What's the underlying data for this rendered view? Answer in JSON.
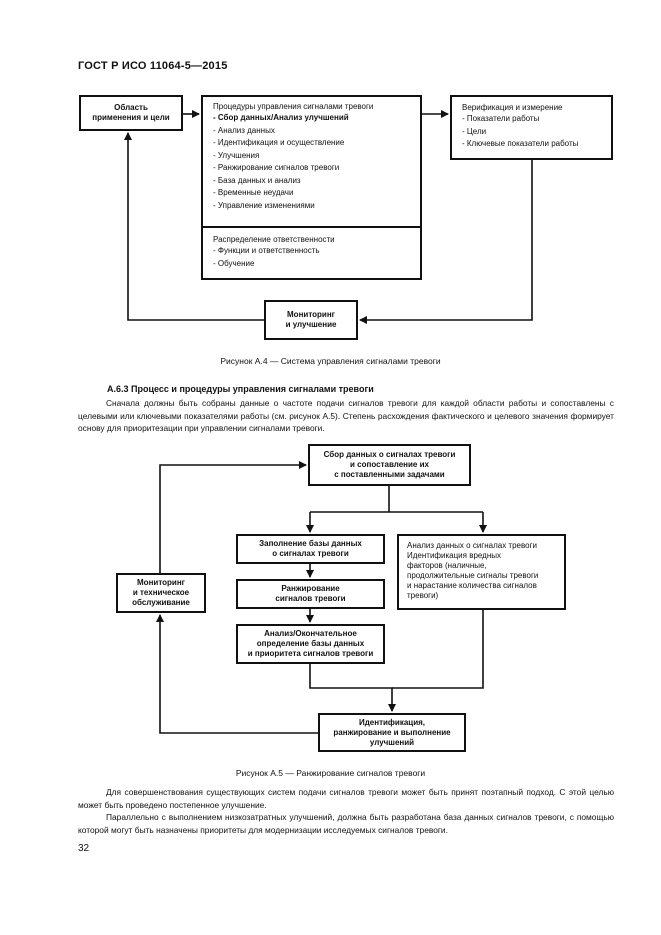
{
  "header": {
    "doc_id": "ГОСТ Р ИСО 11064-5—2015"
  },
  "figure_a4": {
    "box_area": [
      "Область",
      "применения и цели"
    ],
    "box_procedures": {
      "title": "Процедуры управления сигналами тревоги",
      "items": [
        "- Сбор данных/Анализ улучшений",
        "- Анализ данных",
        "- Идентификация и осуществление",
        "- Улучшения",
        "- Ранжирование сигналов тревоги",
        "- База данных и анализ",
        "- Временные неудачи",
        "- Управление изменениями"
      ],
      "sub_title": "Распределение ответственности",
      "sub_items": [
        "- Функции и ответственность",
        "- Обучение"
      ]
    },
    "box_verification": {
      "title": "Верификация и измерение",
      "items": [
        "- Показатели работы",
        "- Цели",
        "- Ключевые показатели работы"
      ]
    },
    "box_monitoring": [
      "Мониторинг",
      "и улучшение"
    ],
    "caption": "Рисунок А.4 — Система управления сигналами тревоги"
  },
  "section": {
    "title": "А.6.3 Процесс и процедуры управления сигналами тревоги",
    "paragraph": "Сначала должны быть собраны данные о частоте подачи сигналов тревоги для каждой области работы и сопоставлены с целевыми или ключевыми показателями работы (см. рисунок А.5). Степень расхождения фактического и целевого значения формирует основу для приоритезации при управлении сигналами тревоги."
  },
  "figure_a5": {
    "box_collect": [
      "Сбор данных о сигналах тревоги",
      "и сопоставление их",
      "с поставленными задачами"
    ],
    "box_fill_db": [
      "Заполнение базы данных",
      "о сигналах тревоги"
    ],
    "box_ranking": [
      "Ранжирование",
      "сигналов тревоги"
    ],
    "box_analysis_final": [
      "Анализ/Окончательное",
      "определение базы данных",
      "и приоритета сигналов тревоги"
    ],
    "box_analysis_right": [
      "Анализ данных о сигналах тревоги",
      "Идентификация вредных",
      "факторов (наличные,",
      "продолжительные сигналы тревоги",
      "и нарастание количества сигналов",
      "тревоги)"
    ],
    "box_monitoring": [
      "Мониторинг",
      "и техническое",
      "обслуживание"
    ],
    "box_identify": [
      "Идентификация,",
      "ранжирование и выполнение",
      "улучшений"
    ],
    "caption": "Рисунок А.5 — Ранжирование сигналов тревоги"
  },
  "paragraphs": [
    "Для совершенствования существующих систем подачи сигналов тревоги может быть принят поэтапный подход. С этой целью может быть проведено постепенное улучшение.",
    "Параллельно с выполнением низкозатратных улучшений, должна быть разработана база данных сигналов тревоги, с помощью которой могут быть назначены приоритеты для модернизации исследуемых сигналов тревоги."
  ],
  "page_number": "32"
}
